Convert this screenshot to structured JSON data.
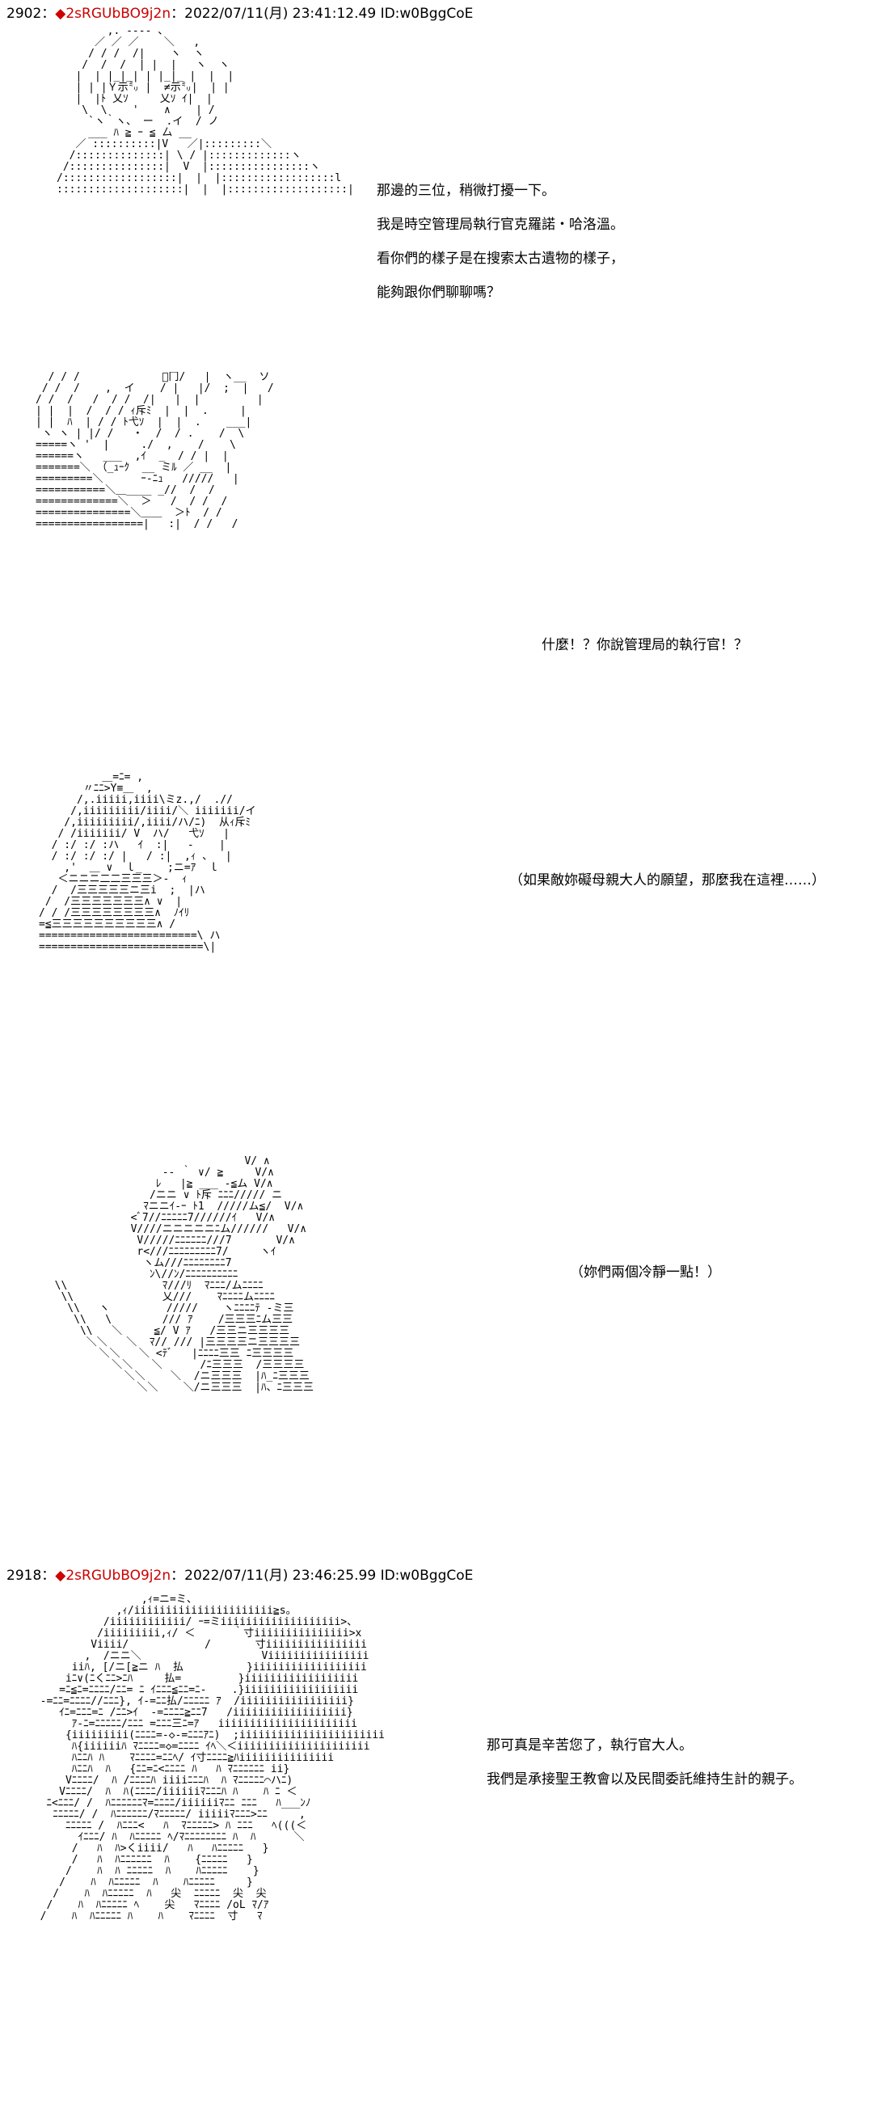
{
  "posts": [
    {
      "number": "2902",
      "separator": "：",
      "diamond": "◆",
      "trip": "2sRGUbBO9j2n",
      "meta": "：2022/07/11(月) 23:41:12.49 ID:w0BggCoE",
      "panels": [
        {
          "lines": [
            "那邊的三位，稍微打擾一下。",
            "我是時空管理局執行官克羅諾・哈洛溫。",
            "看你們的樣子是在搜索太古遺物的樣子，",
            "能夠跟你們聊聊嗎？"
          ],
          "art": "        ,. ---- 、\n      ／ ／ ／    ＼   ,\n     / / /  /|    ヽ  ヽ\n    /  /  /  | |  |   ヽ  ヽ\n   |  | |_|_| | |_|_ |  |  |\n   | | |Ｙ示㍉ |  ≠示㍉|  | |\n   |  |ﾄ 乂ｿ     乂ｿ ｲ|  |\n    \\  \\    '    ∧    | /\n     `ヽ｀ヽ、 ー  .イ  / ノ\n     ___ ﾊ ≧ ｰ ≦ 厶 __\n   ／ ::::::::::|V   ／|:::::::::＼\n  /::::::::::::::| \\ / |:::::::::::::ヽ\n /:::::::::::::::|  V  |::::::::::::::::ヽ\n/::::::::::::::::::|  |  |::::::::::::::::::l\n::::::::::::::::::::|  |  |:::::::::::::::::::|"
        },
        {
          "lines": [
            "什麼！？你說管理局的執行官！？"
          ],
          "art": "  / / /             ﾞ冂/   |  ヽ__  ソ\n / /  /    ,  イ    / |   |/  ;  |   /\n/ /  /   /  / /  /|   |  |         |\n| |  |  /  / / ｨ斥ﾐ  |  |  .     |\n| |  ﾊ  | / / ﾄ弋ｿ  |  |  .    ___|\n ヽ ヽ | |/ /   ・  /  / .    /  \\\n=====ヽ '  |     ./  ,    /    \\\n======ヽ   ___  ,ｲ  _  / / |  |\n=======＼ （_ｭｰｸ  __ ミﾙ ／ __  |\n=========＼      ｰ-ﾆｭ   /////   |\n===========＼＿____ _//  /  /\n=============＼  ＞   /  / /  /\n===============＼＿＿  ＞ﾄ  / /\n=================|   :|  / /   /"
        },
        {
          "lines": [
            "（如果敵妳礙母親大人的願望，那麼我在這裡……）"
          ],
          "art": "          ＿=ﾆ= ,\n       〃ﾆﾆ>Y≡＿  ,\n      /,.iiiii,iiii\\ミz.,/  .//\n     /,iiiiiiiii/iiii/＼ iiiiiii/イ\n    /,iiiiiiiii/,iiii/ハ/ﾆ)  从ｨ斥ﾐ\n   / /iiiiiii/ V  ハ/   弋ｿ   |\n  / :/ :/ :ハ   ｲ  :|   -    |\n  / :/ :/ :/ |   / :|  ,ｨ 、  |\n    ,'  ＿ ∨  ｌ_    ;ニ=ｱ  ｌ\n   ＜ニニニ二二三三三＞‐  ｨ\n  /  /三三三三三ニ三i  ;  |ハ\n /  /三三三三三三三∧ ∨  |\n/ / /三三三三三三三三∧  ﾉｲﾘ\n=≦三三三三三三三三三三∧ /\n=========================\\ ハ\n==========================\\|"
        },
        {
          "lines": [
            "（妳們兩個冷靜一點！）"
          ],
          "art": "                                V/ ∧\n                   -‐ ｀ ∨/ ≧     V/∧\n                  ﾚ   |≧ ___ -≦ム V/∧\n                 /ニニ ∨ ﾄ斥 ﾆﾆﾆ///// ニ\n                ﾏニニｲ-ｰ ﾄ1  /////ム≦/  V/∧\n              <ﾞ7//ﾆﾆﾆﾆﾆ7//////ｲ   V/∧\n              V////ニニニニニﾆム//////   V/∧\n               V/////ﾆﾆﾆﾆﾆﾆ///7       V/∧\n               r<///ﾆﾆﾆﾆﾆﾆﾆﾆﾆ7/     ヽｲ\n                ヽム///ﾆﾆﾆﾆﾆﾆﾆﾆ7\n                 ﾝ\\//ﾝ/ﾆﾆﾆﾆﾆﾆﾆﾆﾆﾆ\n  \\\\               ﾏ///ﾘ  ﾏﾆﾆﾆ/ムﾆﾆﾆﾆ\n   \\\\              乂///    ﾏﾆﾆﾆﾆムﾆﾆﾆﾆ\n    \\\\   ヽ         /////    ヽﾆﾆﾆﾆﾃ -ミ三\n     \\\\   \\        /// ｱ    /三三三ﾆム三三\n      \\\\   ＼     ≦/ V ｱ   /三三ニ三三三三\n       ＼＼   ＼  ﾏ// /// |三三三三ニ三三三三\n         ＼＼   ＼ <ﾃﾞ   |ﾆﾆﾆﾆ三三 ﾆ三三三三\n           ＼＼   ＼      /ﾆ三三三  /三三三三\n             ＼＼    ＼  /ニ三三三  |ﾊ_ﾆ三三三\n               ＼＼    ＼/ニ三三三  |ﾊ、ﾆ三三三"
        }
      ]
    },
    {
      "number": "2918",
      "separator": "：",
      "diamond": "◆",
      "trip": "2sRGUbBO9j2n",
      "meta": "：2022/07/11(月) 23:46:25.99 ID:w0BggCoE",
      "panels": [
        {
          "lines": [
            "那可真是辛苦您了，執行官大人。",
            "我們是承接聖王教會以及民間委託維持生計的親子。"
          ],
          "art": "                  ,ｨ=ニ=ミ、\n              ,ｨ/iiiiiiiiiiiiiiiiiiiiii≧s。\n            /iiiiiiiiiiii/ ｰ=ミiiiiiiiiiiiiiiiiiii>、\n           /iiiiiiiii,ｨ/ ＜      ｀寸iiiiiiiiiiiiiii>x\n          Viiii/            /       寸iiiiiiiiiiiiiiii\n         ,  /ニニ＼                   Viiiiiiiiiiiiiiii\n       iiﾊ, [/ニ[≧ニ ﾊ  払          }iiiiiiiiiiiiiiiiii\n      iﾆ∨(ﾆくﾆﾆ>ﾆﾊ     払=         }iiiiiiiiiiiiiiiiii\n     =ﾆ≦ﾆ=ﾆﾆﾆﾆ/ﾆﾆ= ﾆ ｲﾆﾆﾆ≦ﾆﾆ=ﾆ-    .}iiiiiiiiiiiiiiiiii\n  -=ﾆﾆ=ﾆﾆﾆﾆ//ﾆﾆﾆ}, ｲ-=ﾆﾆ払/ﾆﾆﾆﾆﾆ ｱ  /iiiiiiiiiiiiiiiii}\n     ｲﾆ=ﾆﾆﾆ=ﾆ /ﾆﾆ>ｲ  -=ﾆﾆﾆﾆ≧ﾆﾆ7   /iiiiiiiiiiiiiiiiii}\n       ｱ-ﾆ=ﾆﾆﾆﾆﾆ/ﾆﾆﾆ =ﾆﾆﾆ三ﾆ=ｱ   iiiiiiiiiiiiiiiiiiiiii\n      {iiiiiiiii(ﾆﾆﾆﾆ=-◇-=ﾆﾆﾆｱﾆ)  ;iiiiiiiiiiiiiiiiiiiiiii\n       ﾊ{iiiiiiﾊ ﾏﾆﾆﾆﾆ=◇=ﾆﾆﾆﾆ ｲﾍ＼＜iiiiiiiiiiiiiiiiiiiii\n       ﾊﾆﾆﾊ ﾊ    ﾏﾆﾆﾆﾆ=ﾆﾆﾍ/ ｲ寸ﾆﾆﾆﾆ≧ﾊiiiiiiiiiiiiiii\n       ﾊﾆﾆﾊ  ﾊ   {ﾆﾆ=ﾆ<ﾆﾆﾆﾆ ﾊ   ﾊ ﾏﾆﾆﾆﾆﾆﾆ ii}\n      Vﾆﾆﾆﾆ/  ﾊ /ﾆﾆﾆﾆﾊ iiiiﾆﾆﾆﾊ  ﾊ ﾏﾆﾆﾆﾆﾆ⌒ハﾆ)\n     Vﾆﾆﾆﾆ/  ﾊ  ﾊ(ﾆﾆﾆﾆ/iiiiiiﾏﾆﾆﾆﾊ ﾊ    ﾊ ﾆ ＜\n   ﾆ<ﾆﾆﾆ/ /  ﾊﾆﾆﾆﾆﾆﾆﾏ=ﾆﾆﾆﾆ/iiiiiiﾏﾆﾆ ﾆﾆﾆ   ﾊ___ﾝﾉ\n    ﾆﾆﾆﾆﾆ/ /  ﾊﾆﾆﾆﾆﾆﾆ/ﾏﾆﾆﾆﾆﾆ/ iiiiiﾏﾆﾆﾆ>ﾆﾆ     ,\n      ﾆﾆﾆﾆﾆ /  ﾊﾆﾆﾆ<   ﾊ  ﾏﾆﾆﾆﾆﾆ> ﾊ ﾆﾆﾆ   ﾍ(((＜\n        ｲﾆﾆﾆ/ ﾊ  ﾊﾆﾆﾆﾆﾆ ﾍ/ﾏﾆﾆﾆﾆﾆﾆﾆﾆ ﾊ  ﾊ      ＼\n       /   ﾊ  ﾊ>くiiii/   ﾊ   ﾊﾆﾆﾆﾆﾆ   }\n       /   ﾊ  ﾊﾆﾆﾆﾆﾆﾆ  ﾊ    {ﾆﾆﾆﾆﾆ   }\n      /    ﾊ  ﾊ ﾆﾆﾆﾆﾆ  ﾊ    ﾊﾆﾆﾆﾆﾆ    }\n     /    ﾊ  ﾊﾆﾆﾆﾆﾆ  ﾊ    ﾊﾆﾆﾆﾆﾆ     }\n    /    ﾊ  ﾊﾆﾆﾆﾆﾆ  ﾊ   尖  ﾆﾆﾆﾆﾆ  尖  尖\n   /    ﾊ  ﾊﾆﾆﾆﾆﾆ ﾍ    尖   ﾏﾆﾆﾆﾆ /oL ﾏ/ｱ\n  /    ﾊ  ﾊﾆﾆﾆﾆﾆ ﾊ    ﾊ    ﾏﾆﾆﾆﾆ  寸   ﾏ"
        }
      ]
    }
  ]
}
